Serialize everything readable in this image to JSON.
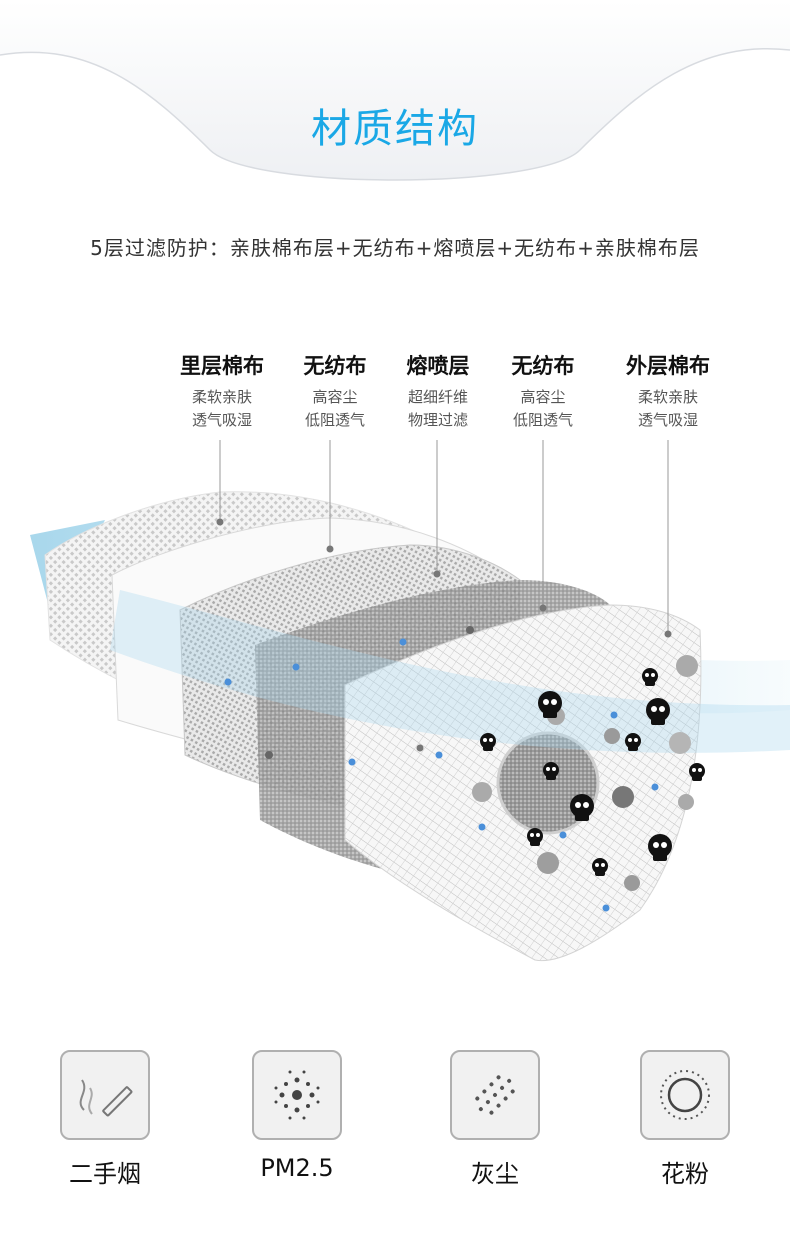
{
  "header": {
    "title": "材质结构"
  },
  "summary": "5层过滤防护：亲肤棉布层+无纺布+熔喷层+无纺布+亲肤棉布层",
  "layers": [
    {
      "name": "里层棉布",
      "desc1": "柔软亲肤",
      "desc2": "透气吸湿"
    },
    {
      "name": "无纺布",
      "desc1": "高容尘",
      "desc2": "低阻透气"
    },
    {
      "name": "熔喷层",
      "desc1": "超细纤维",
      "desc2": "物理过滤"
    },
    {
      "name": "无纺布",
      "desc1": "高容尘",
      "desc2": "低阻透气"
    },
    {
      "name": "外层棉布",
      "desc1": "柔软亲肤",
      "desc2": "透气吸湿"
    }
  ],
  "pollutants": [
    {
      "label": "二手烟",
      "icon": "cigarette-icon"
    },
    {
      "label": "PM2.5",
      "icon": "particle-icon"
    },
    {
      "label": "灰尘",
      "icon": "dust-icon"
    },
    {
      "label": "花粉",
      "icon": "pollen-icon"
    }
  ],
  "colors": {
    "accent": "#1aa8e6",
    "airflow": "#a9d8ee",
    "particle_blue": "#4a8fd9"
  }
}
